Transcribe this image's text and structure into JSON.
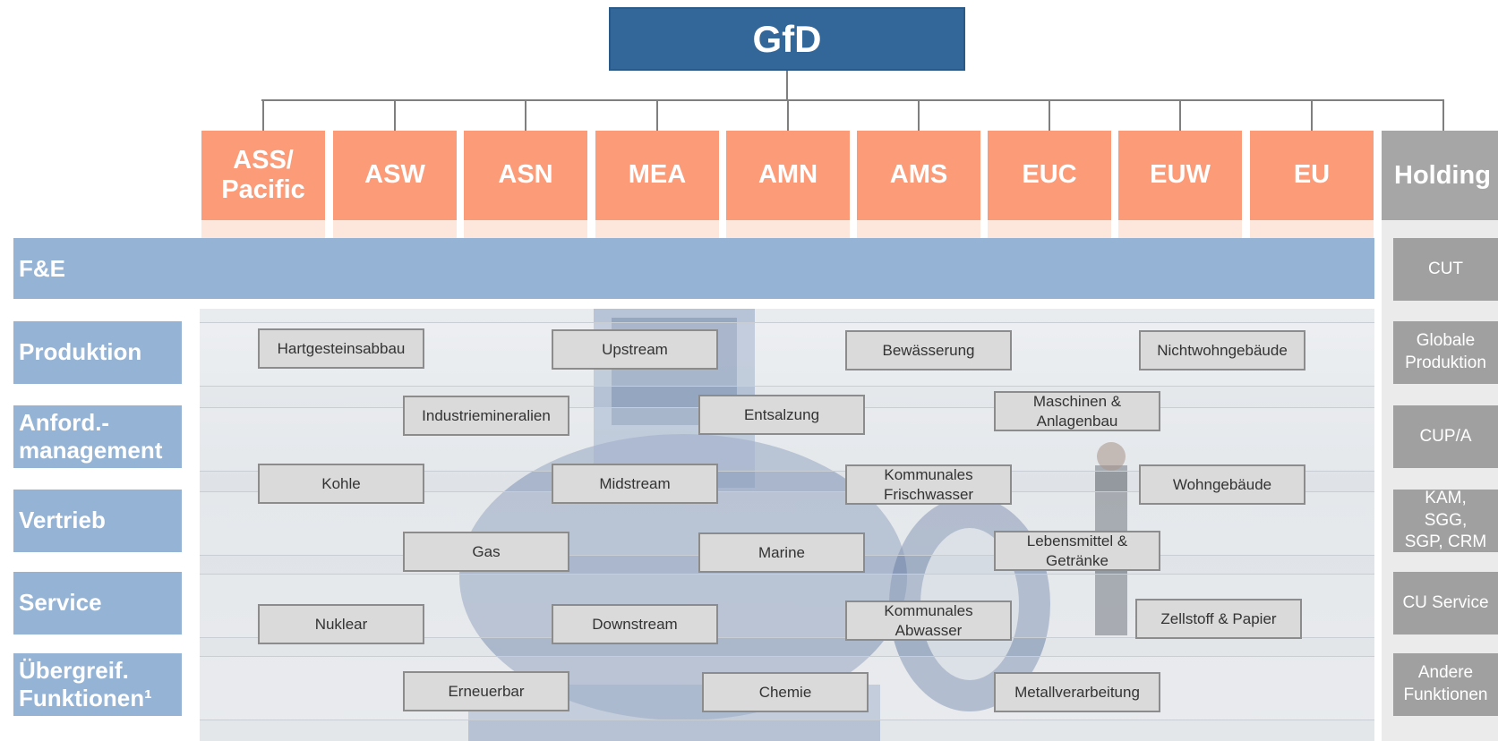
{
  "top_box": "GfD",
  "regions": [
    "ASS/\nPacific",
    "ASW",
    "ASN",
    "MEA",
    "AMN",
    "AMS",
    "EUC",
    "EUW",
    "EU"
  ],
  "holding": "Holding",
  "fe_label": "F&E",
  "rows": [
    {
      "label": "Produktion"
    },
    {
      "label": "Anford.-\nmanagement"
    },
    {
      "label": "Vertrieb"
    },
    {
      "label": "Service"
    },
    {
      "label": "Übergreif.\nFunktionen¹"
    }
  ],
  "holding_items": [
    "CUT",
    "Globale\nProduktion",
    "CUP/A",
    "KAM,\nSGG,\nSGP, CRM",
    "CU Service",
    "Andere\nFunktionen"
  ],
  "industries": [
    "Hartgesteinsabbau",
    "Upstream",
    "Bewässerung",
    "Nichtwohngebäude",
    "Industriemineralien",
    "Entsalzung",
    "Maschinen &\nAnlagenbau",
    "Kohle",
    "Midstream",
    "Kommunales\nFrischwasser",
    "Wohngebäude",
    "Gas",
    "Marine",
    "Lebensmittel &\nGetränke",
    "Nuklear",
    "Downstream",
    "Kommunales\nAbwasser",
    "Zellstoff & Papier",
    "Erneuerbar",
    "Chemie",
    "Metallverarbeitung"
  ],
  "colors": {
    "top": "#33679a",
    "region": "#fc9b78",
    "function": "#95b3d5",
    "holding": "#a6a6a6"
  }
}
